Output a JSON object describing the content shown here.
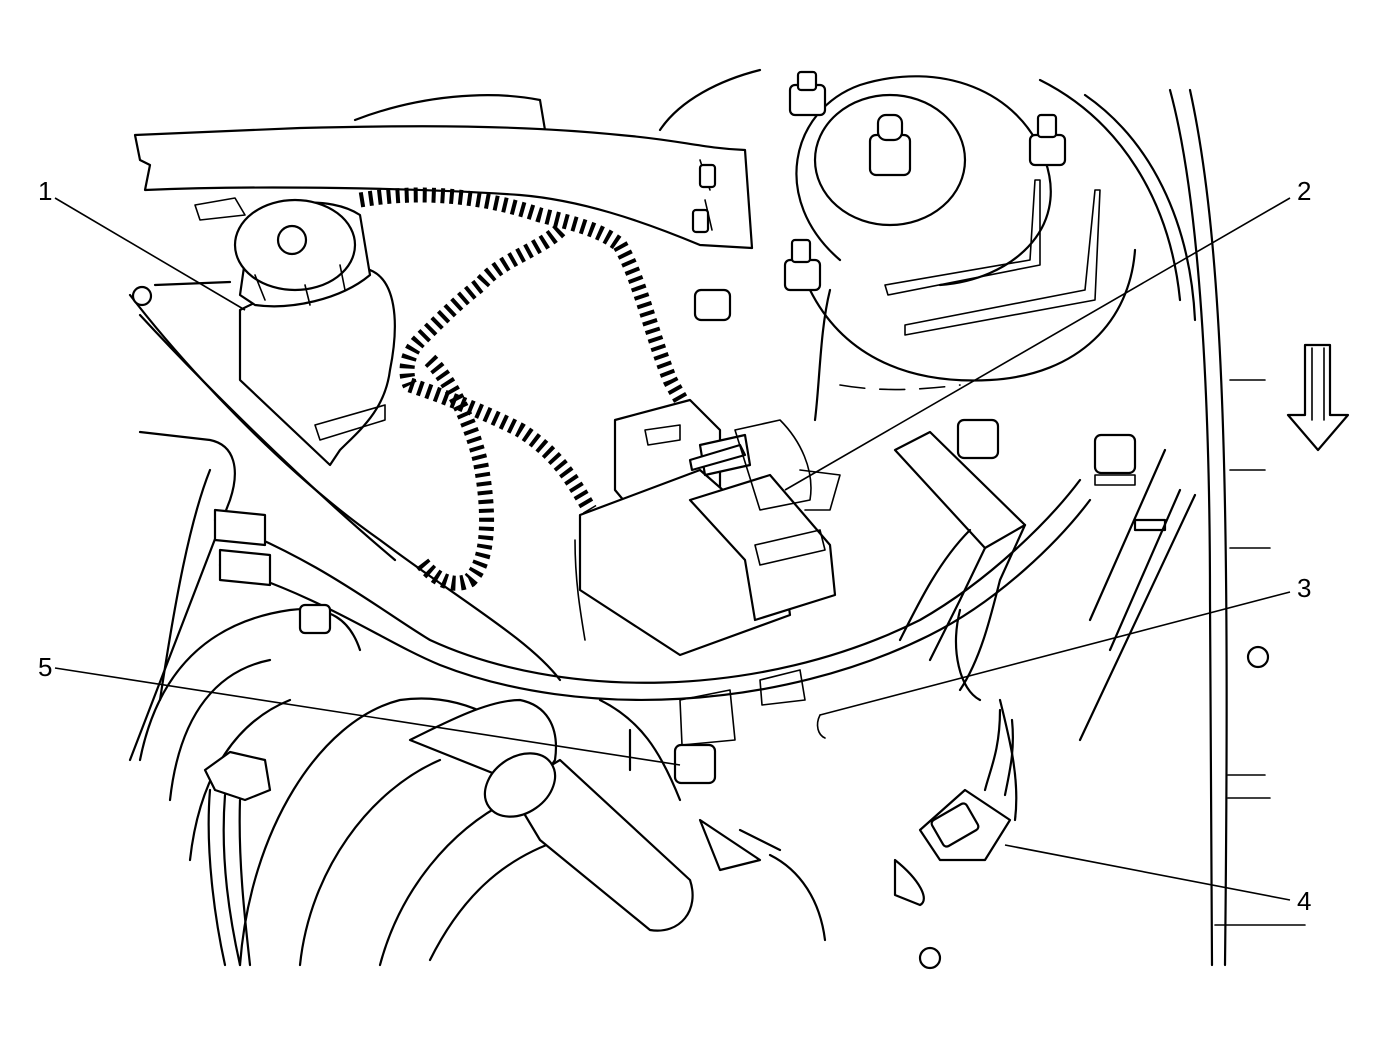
{
  "diagram": {
    "callouts": [
      {
        "id": "1",
        "label": "1"
      },
      {
        "id": "2",
        "label": "2"
      },
      {
        "id": "3",
        "label": "3"
      },
      {
        "id": "4",
        "label": "4"
      },
      {
        "id": "5",
        "label": "5"
      }
    ],
    "direction_arrow": "down-arrow-icon"
  }
}
